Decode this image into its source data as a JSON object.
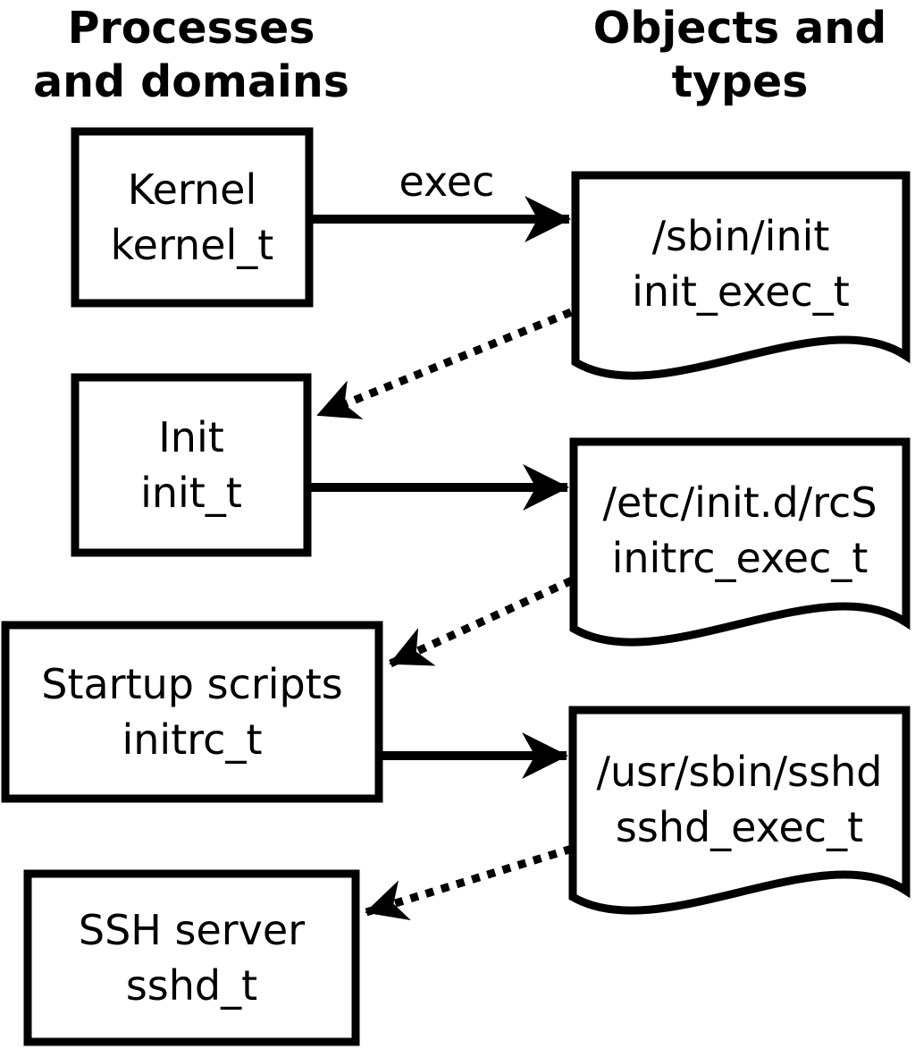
{
  "diagram": {
    "headings": {
      "processes": {
        "line1": "Processes",
        "line2": "and domains"
      },
      "objects": {
        "line1": "Objects and",
        "line2": "types"
      }
    },
    "processes": [
      {
        "name": "Kernel",
        "domain": "kernel_t"
      },
      {
        "name": "Init",
        "domain": "init_t"
      },
      {
        "name": "Startup scripts",
        "domain": "initrc_t"
      },
      {
        "name": "SSH server",
        "domain": "sshd_t"
      }
    ],
    "objects": [
      {
        "path": "/sbin/init",
        "type": "init_exec_t"
      },
      {
        "path": "/etc/init.d/rcS",
        "type": "initrc_exec_t"
      },
      {
        "path": "/usr/sbin/sshd",
        "type": "sshd_exec_t"
      }
    ],
    "edge_label": "exec",
    "colors": {
      "foreground": "#000000",
      "background": "#ffffff"
    }
  }
}
